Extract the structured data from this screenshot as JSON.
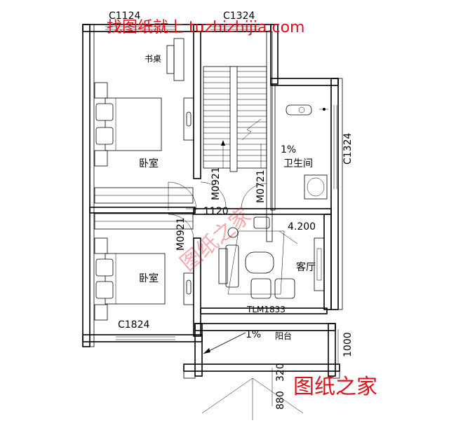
{
  "watermark": {
    "top": "找图纸就上 tuzhizhijia.com",
    "bottom": "图纸之家",
    "center": "图纸之家",
    "color": "#e0101a"
  },
  "windows": {
    "top_left": "C1124",
    "top_mid": "C1324",
    "right": "C1324",
    "bottom_left": "C1824"
  },
  "doors": {
    "stair": "M0921",
    "bath": "M0721",
    "bed": "M0921",
    "balcony": "TLM1833"
  },
  "rooms": {
    "desk": "书桌",
    "bedroom_top": "卧室",
    "bedroom_bottom": "卧室",
    "bathroom": "卫生间",
    "living": "客厅",
    "balcony": "阳台"
  },
  "dimensions": {
    "corridor": "1120",
    "level": "4.200",
    "balcony_depth": "1000",
    "step1": "320",
    "step2": "880"
  },
  "slopes": {
    "bath": "1%",
    "balcony": "1%"
  }
}
